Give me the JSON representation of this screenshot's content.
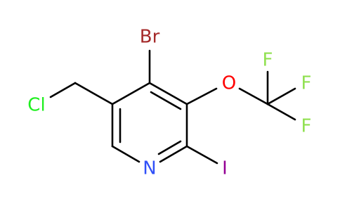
{
  "structure": {
    "atoms": {
      "br": {
        "label": "Br",
        "color": "#a52a2a"
      },
      "o": {
        "label": "O",
        "color": "#ff0000"
      },
      "f1": {
        "label": "F",
        "color": "#90e050"
      },
      "f2": {
        "label": "F",
        "color": "#90e050"
      },
      "f3": {
        "label": "F",
        "color": "#90e050"
      },
      "cl": {
        "label": "Cl",
        "color": "#1fef1f"
      },
      "n": {
        "label": "N",
        "color": "#3050f8"
      },
      "i": {
        "label": "I",
        "color": "#940094"
      }
    }
  }
}
